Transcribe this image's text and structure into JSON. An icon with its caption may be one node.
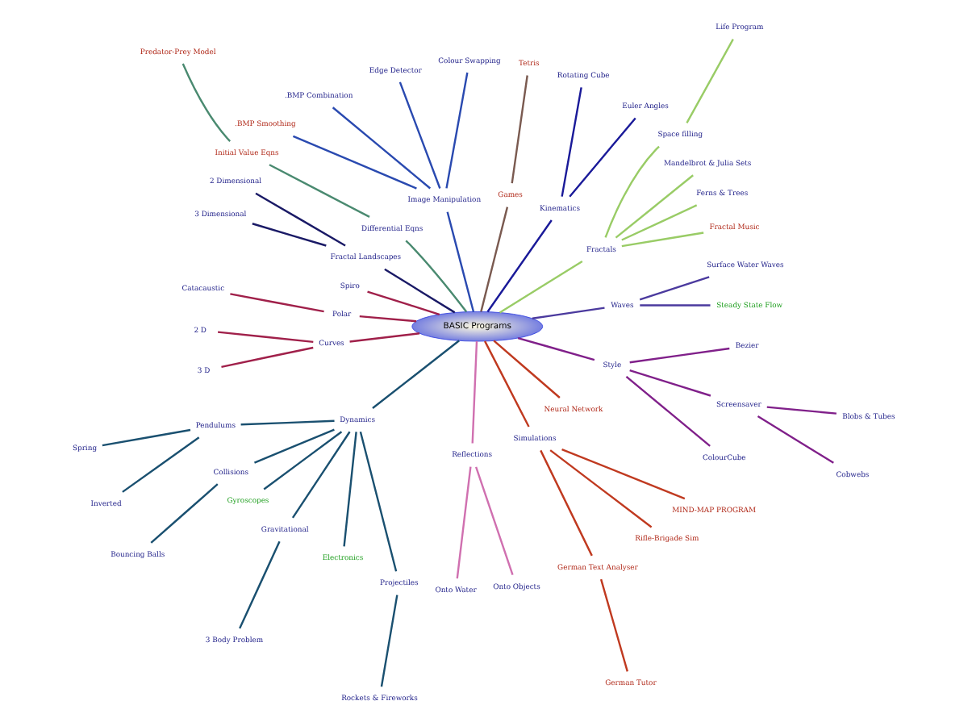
{
  "diagram": {
    "nodes": [
      {
        "text": [
          "BASIC Programs"
        ]
      },
      {
        "text": [
          "Waves"
        ]
      },
      {
        "text": [
          "Steady State Flow"
        ]
      },
      {
        "text": [
          "Surface Water Waves"
        ]
      },
      {
        "text": [
          "Fractals"
        ]
      },
      {
        "text": [
          "Fractal Music"
        ]
      },
      {
        "text": [
          "Ferns & Trees"
        ]
      },
      {
        "text": [
          "Mandelbrot & Julia Sets"
        ]
      },
      {
        "text": [
          "Space filling"
        ]
      },
      {
        "text": [
          "Life Program"
        ]
      },
      {
        "text": [
          "Kinematics"
        ]
      },
      {
        "text": [
          "Euler Angles"
        ]
      },
      {
        "text": [
          "Rotating Cube"
        ]
      },
      {
        "text": [
          "Games"
        ]
      },
      {
        "text": [
          "Tetris"
        ]
      },
      {
        "text": [
          "Image Manipulation"
        ]
      },
      {
        "text": [
          "Colour Swapping"
        ]
      },
      {
        "text": [
          "Edge Detector"
        ]
      },
      {
        "text": [
          ".BMP Combination"
        ]
      },
      {
        "text": [
          ".BMP Smoothing"
        ]
      },
      {
        "text": [
          "Differential Eqns"
        ]
      },
      {
        "text": [
          "Initial Value Eqns"
        ]
      },
      {
        "text": [
          "Predator-Prey Model"
        ]
      },
      {
        "text": [
          "Fractal Landscapes"
        ]
      },
      {
        "text": [
          "2 Dimensional"
        ]
      },
      {
        "text": [
          "3 Dimensional"
        ]
      },
      {
        "text": [
          "Spiro"
        ]
      },
      {
        "text": [
          "Polar"
        ]
      },
      {
        "text": [
          "Catacaustic"
        ]
      },
      {
        "text": [
          "Curves"
        ]
      },
      {
        "text": [
          "2 D"
        ]
      },
      {
        "text": [
          "3 D"
        ]
      },
      {
        "text": [
          "Dynamics"
        ]
      },
      {
        "text": [
          "Pendulums"
        ]
      },
      {
        "text": [
          "Spring"
        ]
      },
      {
        "text": [
          "Inverted"
        ]
      },
      {
        "text": [
          "Collisions"
        ]
      },
      {
        "text": [
          "Bouncing Balls"
        ]
      },
      {
        "text": [
          "Gyroscopes"
        ]
      },
      {
        "text": [
          "Gravitational"
        ]
      },
      {
        "text": [
          "3 Body Problem"
        ]
      },
      {
        "text": [
          "Electronics"
        ]
      },
      {
        "text": [
          "Projectiles"
        ]
      },
      {
        "text": [
          "Rockets & Fireworks"
        ]
      },
      {
        "text": [
          "Reflections"
        ]
      },
      {
        "text": [
          "Onto Water"
        ]
      },
      {
        "text": [
          "Onto Objects"
        ]
      },
      {
        "text": [
          "Simulations"
        ]
      },
      {
        "text": [
          "Neural Network"
        ]
      },
      {
        "text": [
          "German Text Analyser"
        ]
      },
      {
        "text": [
          "German Tutor"
        ]
      },
      {
        "text": [
          "Rifle-Brigade Sim"
        ]
      },
      {
        "text": [
          "MIND-MAP PROGRAM"
        ]
      },
      {
        "text": [
          "Style"
        ]
      },
      {
        "text": [
          "ColourCube"
        ]
      },
      {
        "text": [
          "Screensaver"
        ]
      },
      {
        "text": [
          "Cobwebs"
        ]
      },
      {
        "text": [
          "Blobs & Tubes"
        ]
      },
      {
        "text": [
          "Bezier"
        ]
      }
    ],
    "edges": [
      {
        "from": 0,
        "to": 1,
        "arrow": "none",
        "color": "#4b3a9e"
      },
      {
        "from": 1,
        "to": 2,
        "arrow": "none",
        "color": "#4b3a9e"
      },
      {
        "from": 1,
        "to": 3,
        "arrow": "none",
        "color": "#4b3a9e"
      },
      {
        "from": 0,
        "to": 4,
        "arrow": "none",
        "color": "#99cc66"
      },
      {
        "from": 4,
        "to": 5,
        "arrow": "none",
        "color": "#99cc66"
      },
      {
        "from": 4,
        "to": 6,
        "arrow": "none",
        "color": "#99cc66"
      },
      {
        "from": 4,
        "to": 7,
        "arrow": "none",
        "color": "#99cc66"
      },
      {
        "from": 4,
        "to": 8,
        "arrow": "none",
        "color": "#99cc66"
      },
      {
        "from": 8,
        "to": 9,
        "arrow": "none",
        "color": "#99cc66"
      },
      {
        "from": 0,
        "to": 10,
        "arrow": "none",
        "color": "#1a1a99"
      },
      {
        "from": 10,
        "to": 11,
        "arrow": "none",
        "color": "#1a1a99"
      },
      {
        "from": 10,
        "to": 12,
        "arrow": "none",
        "color": "#1a1a99"
      },
      {
        "from": 0,
        "to": 13,
        "arrow": "none",
        "color": "#7a5a50"
      },
      {
        "from": 13,
        "to": 14,
        "arrow": "none",
        "color": "#7a5a50"
      },
      {
        "from": 0,
        "to": 15,
        "arrow": "none",
        "color": "#2a4ab0"
      },
      {
        "from": 15,
        "to": 16,
        "arrow": "none",
        "color": "#2a4ab0"
      },
      {
        "from": 15,
        "to": 17,
        "arrow": "none",
        "color": "#2a4ab0"
      },
      {
        "from": 15,
        "to": 18,
        "arrow": "none",
        "color": "#2a4ab0"
      },
      {
        "from": 15,
        "to": 19,
        "arrow": "none",
        "color": "#2a4ab0"
      },
      {
        "from": 0,
        "to": 20,
        "arrow": "none",
        "color": "#4a8a70"
      },
      {
        "from": 20,
        "to": 21,
        "arrow": "none",
        "color": "#4a8a70"
      },
      {
        "from": 21,
        "to": 22,
        "arrow": "none",
        "color": "#4a8a70"
      },
      {
        "from": 0,
        "to": 23,
        "arrow": "none",
        "color": "#1a1a66"
      },
      {
        "from": 23,
        "to": 24,
        "arrow": "none",
        "color": "#1a1a66"
      },
      {
        "from": 23,
        "to": 25,
        "arrow": "none",
        "color": "#1a1a66"
      },
      {
        "from": 0,
        "to": 26,
        "arrow": "none",
        "color": "#a0204a"
      },
      {
        "from": 0,
        "to": 27,
        "arrow": "none",
        "color": "#a0204a"
      },
      {
        "from": 27,
        "to": 28,
        "arrow": "none",
        "color": "#a0204a"
      },
      {
        "from": 0,
        "to": 29,
        "arrow": "none",
        "color": "#a0204a"
      },
      {
        "from": 29,
        "to": 30,
        "arrow": "none",
        "color": "#a0204a"
      },
      {
        "from": 29,
        "to": 31,
        "arrow": "none",
        "color": "#a0204a"
      },
      {
        "from": 0,
        "to": 32,
        "arrow": "none"
      },
      {
        "from": 32,
        "to": 33,
        "arrow": "none"
      },
      {
        "from": 33,
        "to": 34,
        "arrow": "none"
      },
      {
        "from": 33,
        "to": 35,
        "arrow": "none"
      },
      {
        "from": 32,
        "to": 36,
        "arrow": "none"
      },
      {
        "from": 36,
        "to": 37,
        "arrow": "none"
      },
      {
        "from": 32,
        "to": 38,
        "arrow": "none"
      },
      {
        "from": 32,
        "to": 39,
        "arrow": "none"
      },
      {
        "from": 39,
        "to": 40,
        "arrow": "none"
      },
      {
        "from": 32,
        "to": 41,
        "arrow": "none"
      },
      {
        "from": 32,
        "to": 42,
        "arrow": "none"
      },
      {
        "from": 42,
        "to": 43,
        "arrow": "none"
      },
      {
        "from": 0,
        "to": 44,
        "arrow": "none",
        "color": "#d070b0"
      },
      {
        "from": 44,
        "to": 45,
        "arrow": "none",
        "color": "#d070b0"
      },
      {
        "from": 44,
        "to": 46,
        "arrow": "none",
        "color": "#d070b0"
      },
      {
        "from": 0,
        "to": 47,
        "arrow": "none",
        "color": "#c03a20"
      },
      {
        "from": 0,
        "to": 48,
        "arrow": "none",
        "color": "#c03a20"
      },
      {
        "from": 47,
        "to": 49,
        "arrow": "none",
        "color": "#c03a20"
      },
      {
        "from": 49,
        "to": 50,
        "arrow": "none",
        "color": "#c03a20"
      },
      {
        "from": 47,
        "to": 51,
        "arrow": "none",
        "color": "#c03a20"
      },
      {
        "from": 47,
        "to": 52,
        "arrow": "none",
        "color": "#c03a20"
      },
      {
        "from": 0,
        "to": 53,
        "arrow": "none",
        "color": "#80208a"
      },
      {
        "from": 53,
        "to": 54,
        "arrow": "none",
        "color": "#80208a"
      },
      {
        "from": 53,
        "to": 55,
        "arrow": "none",
        "color": "#80208a"
      },
      {
        "from": 55,
        "to": 56,
        "arrow": "none",
        "color": "#80208a"
      },
      {
        "from": 55,
        "to": 57,
        "arrow": "none",
        "color": "#80208a"
      },
      {
        "from": 53,
        "to": 58,
        "arrow": "none",
        "color": "#80208a"
      }
    ]
  }
}
